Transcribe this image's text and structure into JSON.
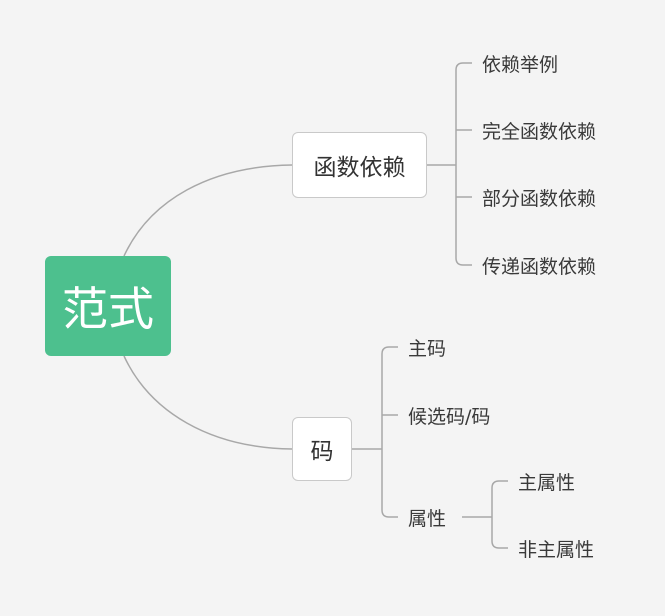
{
  "diagram": {
    "root": {
      "label": "范式"
    },
    "branches": [
      {
        "label": "函数依赖",
        "children": [
          {
            "label": "依赖举例"
          },
          {
            "label": "完全函数依赖"
          },
          {
            "label": "部分函数依赖"
          },
          {
            "label": "传递函数依赖"
          }
        ]
      },
      {
        "label": "码",
        "children": [
          {
            "label": "主码"
          },
          {
            "label": "候选码/码"
          },
          {
            "label": "属性",
            "children": [
              {
                "label": "主属性"
              },
              {
                "label": "非主属性"
              }
            ]
          }
        ]
      }
    ]
  },
  "colors": {
    "background": "#f4f4f4",
    "root_fill": "#4dc08e",
    "root_text": "#ffffff",
    "connector": "#a8a8a8",
    "node_border": "#c9c9c9",
    "text": "#333333"
  }
}
